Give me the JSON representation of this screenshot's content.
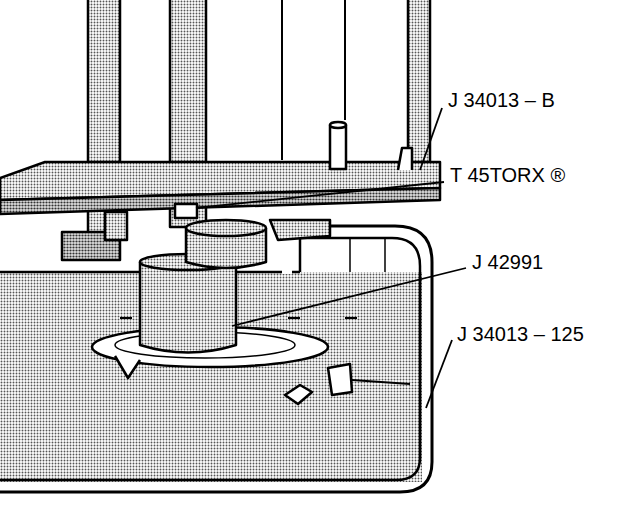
{
  "diagram": {
    "labels": [
      "J 34013 – B",
      "T 45TORX ®",
      "J 42991",
      "J 34013 – 125"
    ]
  }
}
